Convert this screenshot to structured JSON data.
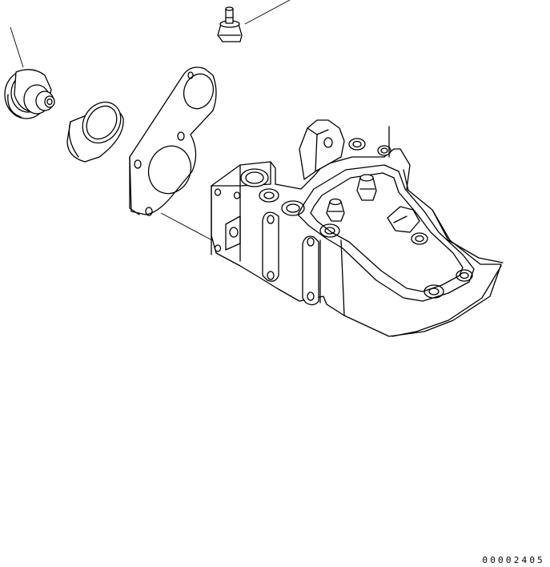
{
  "drawing": {
    "line_color": "#000000",
    "background_color": "#ffffff",
    "parts": [
      "thermostat-cover-flange",
      "thermostat",
      "thermostat-seal-ring",
      "gasket",
      "thermostat-housing",
      "hose-nipple"
    ]
  },
  "footer": {
    "document_id": "00002405"
  }
}
